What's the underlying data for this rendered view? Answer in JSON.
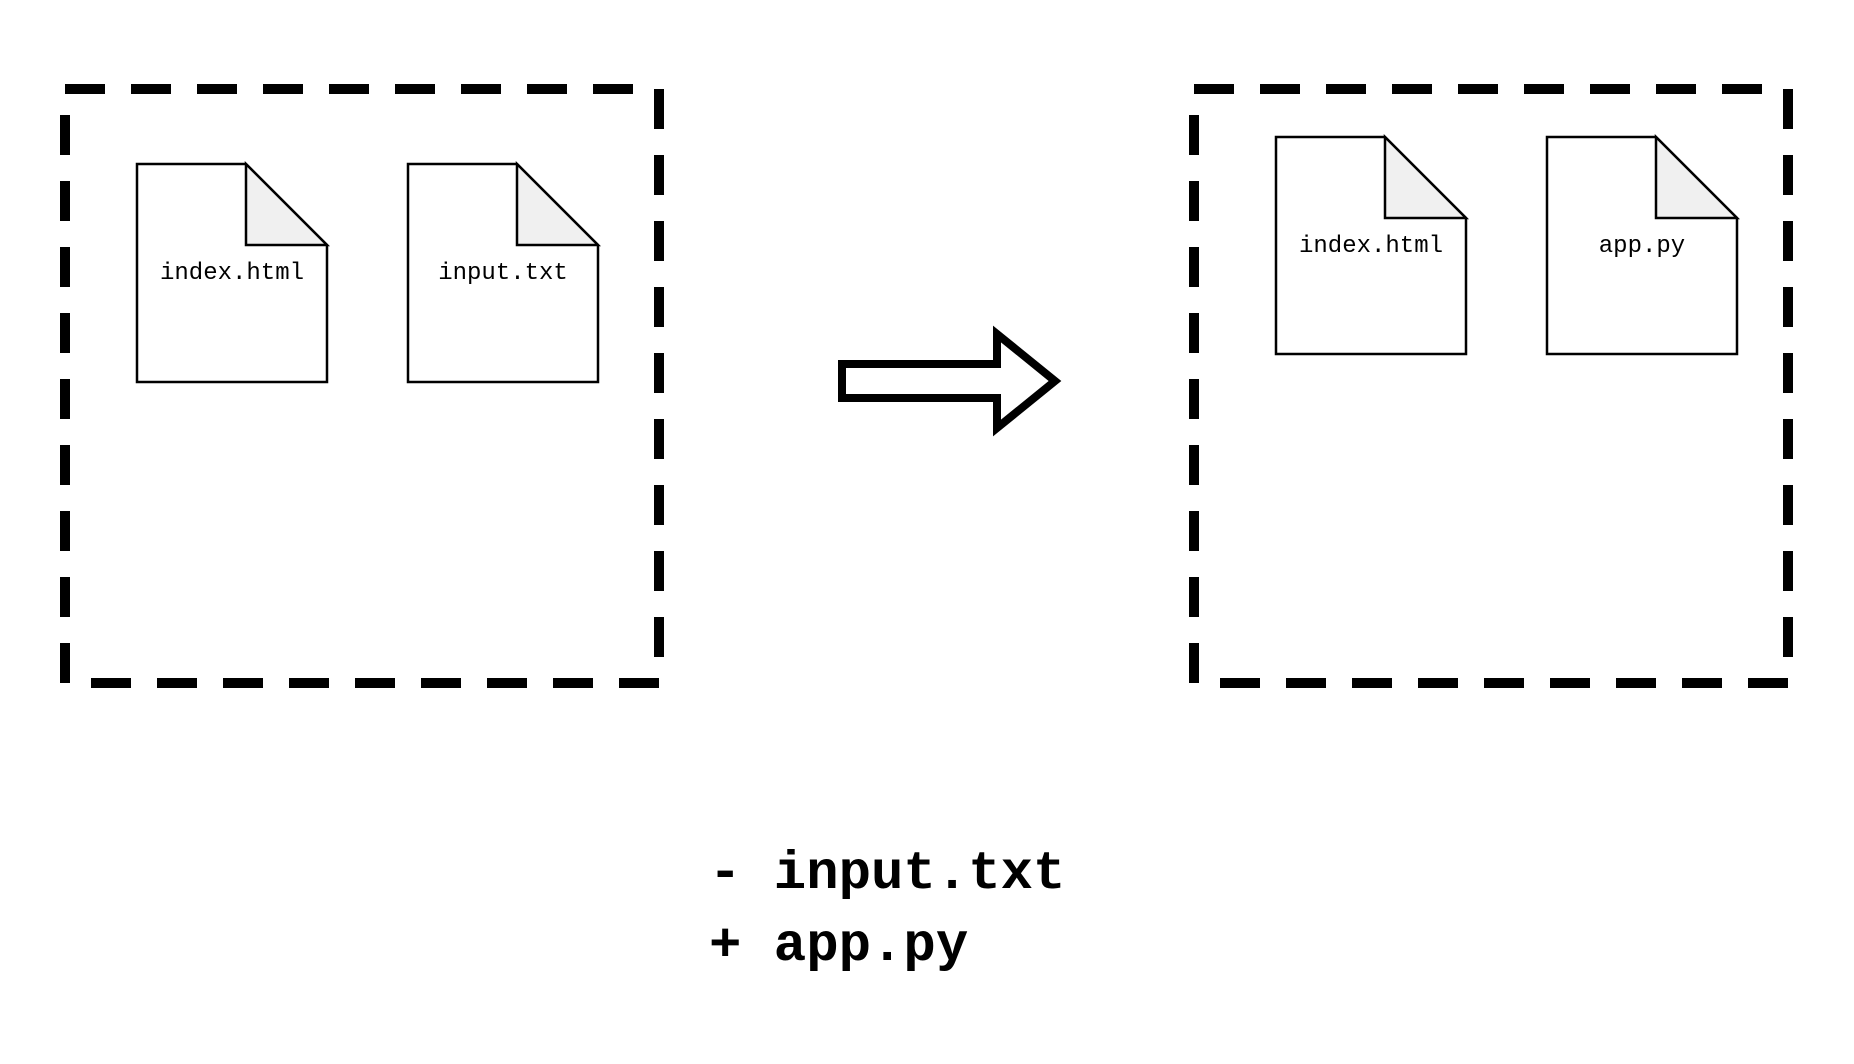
{
  "before": {
    "files": [
      {
        "name": "index.html",
        "icon": "document-icon"
      },
      {
        "name": "input.txt",
        "icon": "document-icon"
      }
    ]
  },
  "after": {
    "files": [
      {
        "name": "index.html",
        "icon": "document-icon"
      },
      {
        "name": "app.py",
        "icon": "document-icon"
      }
    ]
  },
  "transition_icon": "right-arrow-icon",
  "changes": [
    {
      "label": "- input.txt"
    },
    {
      "label": "+ app.py"
    }
  ],
  "colors": {
    "stroke": "#000000",
    "page": "#ffffff",
    "fold": "#f0f0f0"
  }
}
